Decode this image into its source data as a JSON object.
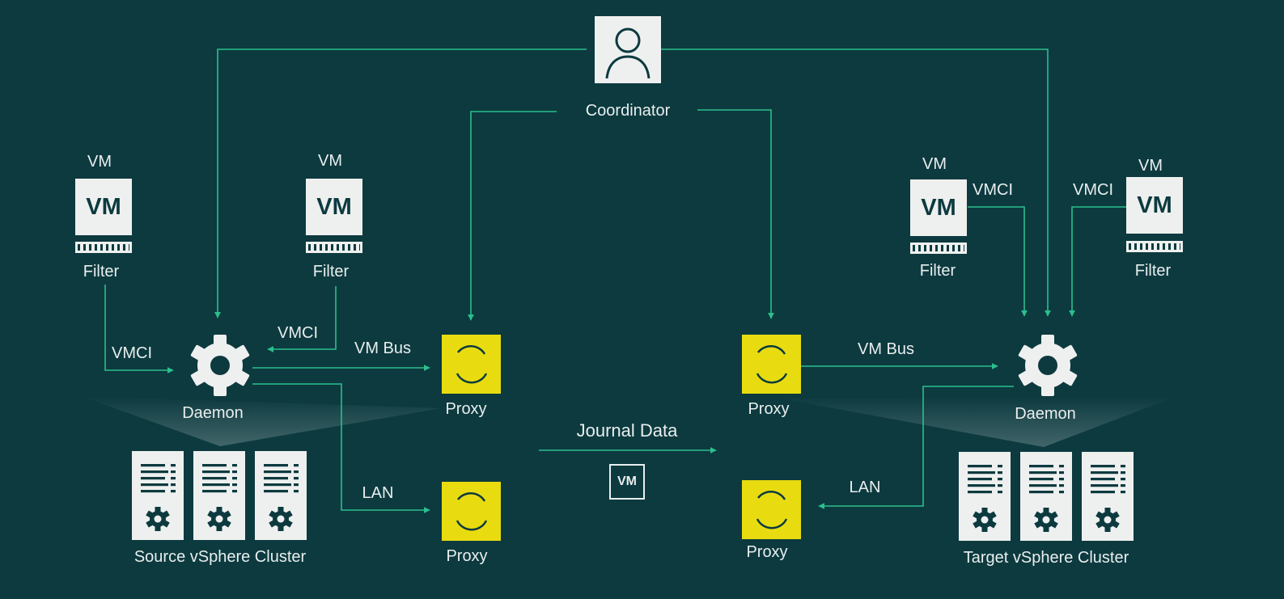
{
  "coordinator": {
    "label": "Coordinator",
    "icon": "user-icon"
  },
  "source": {
    "vms": [
      {
        "top_label": "VM",
        "box_label": "VM",
        "filter_label": "Filter"
      },
      {
        "top_label": "VM",
        "box_label": "VM",
        "filter_label": "Filter"
      }
    ],
    "vmci_labels": [
      "VMCI",
      "VMCI"
    ],
    "daemon_label": "Daemon",
    "vm_bus_label": "VM Bus",
    "lan_label": "LAN",
    "proxy_labels": [
      "Proxy",
      "Proxy"
    ],
    "cluster_label": "Source vSphere Cluster"
  },
  "target": {
    "vms": [
      {
        "top_label": "VM",
        "box_label": "VM",
        "filter_label": "Filter"
      },
      {
        "top_label": "VM",
        "box_label": "VM",
        "filter_label": "Filter"
      }
    ],
    "vmci_labels": [
      "VMCI",
      "VMCI"
    ],
    "daemon_label": "Daemon",
    "vm_bus_label": "VM Bus",
    "lan_label": "LAN",
    "proxy_labels": [
      "Proxy",
      "Proxy"
    ],
    "cluster_label": "Target vSphere Cluster"
  },
  "journal": {
    "label": "Journal Data",
    "vm_label": "VM"
  },
  "colors": {
    "background": "#0c3a3f",
    "line": "#2bbf8c",
    "proxy": "#e8dc10",
    "box": "#eef0ef",
    "text": "#e9eeee"
  }
}
